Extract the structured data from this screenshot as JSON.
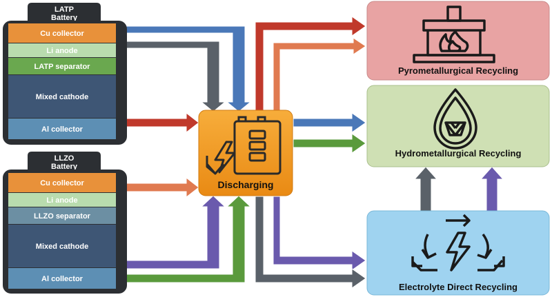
{
  "batteries": [
    {
      "title_line1": "LATP",
      "title_line2": "Battery",
      "layers": [
        {
          "label": "Cu collector",
          "color": "#e8913a"
        },
        {
          "label": "Li anode",
          "color": "#b9dcae"
        },
        {
          "label": "LATP separator",
          "color": "#6aa84f"
        },
        {
          "label": "Mixed cathode",
          "color": "#3e5675"
        },
        {
          "label": "Al collector",
          "color": "#5d8fb4"
        }
      ]
    },
    {
      "title_line1": "LLZO",
      "title_line2": "Battery",
      "layers": [
        {
          "label": "Cu collector",
          "color": "#e8913a"
        },
        {
          "label": "Li anode",
          "color": "#b9dcae"
        },
        {
          "label": "LLZO separator",
          "color": "#6c8fa3"
        },
        {
          "label": "Mixed cathode",
          "color": "#3e5675"
        },
        {
          "label": "Al collector",
          "color": "#5d8fb4"
        }
      ]
    }
  ],
  "process": {
    "label": "Discharging",
    "color": "#f39c1f"
  },
  "recycling": [
    {
      "label": "Pyrometallurgical Recycling",
      "color": "#e8a3a3",
      "icon": "furnace-icon"
    },
    {
      "label": "Hydrometallurgical Recycling",
      "color": "#cfe0b4",
      "icon": "droplet-crystal-icon"
    },
    {
      "label": "Electrolyte Direct Recycling",
      "color": "#9fd3f0",
      "icon": "recycle-lightning-icon"
    }
  ],
  "arrow_colors": {
    "blue": "#4a78b8",
    "gray": "#5a6169",
    "red": "#c0392b",
    "orange": "#e07a50",
    "green": "#5a9a3c",
    "purple": "#6a5aad"
  }
}
